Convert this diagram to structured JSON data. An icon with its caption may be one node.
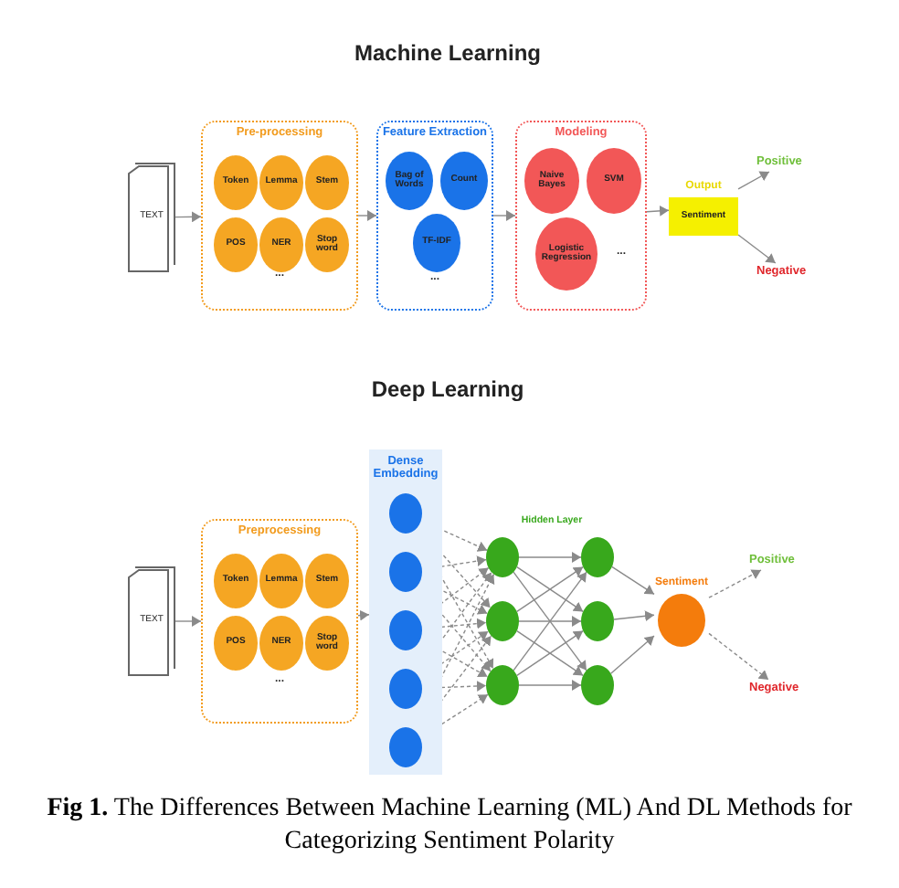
{
  "diagram": {
    "caption": "**Fig 1.** The Differences Between Machine Learning (ML) And DL Methods for Categorizing Sentiment Polarity",
    "nodes": [
      {
        "text": [
          "TEXT"
        ]
      },
      {
        "text": [
          "Pre-processing"
        ]
      },
      {
        "text": [
          "Token"
        ],
        "in": 1
      },
      {
        "text": [
          "Lemma"
        ],
        "in": 1
      },
      {
        "text": [
          "Stem"
        ],
        "in": 1
      },
      {
        "text": [
          "POS"
        ],
        "in": 1
      },
      {
        "text": [
          "NER"
        ],
        "in": 1
      },
      {
        "text": [
          "Stop word"
        ],
        "in": 1
      },
      {
        "text": [
          "Feature Extraction"
        ]
      },
      {
        "text": [
          "Bag of Words"
        ],
        "in": 8
      },
      {
        "text": [
          "Count"
        ],
        "in": 8
      },
      {
        "text": [
          "TF-IDF"
        ],
        "in": 8
      },
      {
        "text": [
          "Modeling"
        ]
      },
      {
        "text": [
          "Naive Bayes"
        ],
        "in": 12
      },
      {
        "text": [
          "SVM"
        ],
        "in": 12
      },
      {
        "text": [
          "Logistic Regression"
        ],
        "in": 12
      },
      {
        "text": [
          "Output",
          "Sentiment"
        ]
      },
      {
        "text": [
          "Positive"
        ]
      },
      {
        "text": [
          "Negative"
        ]
      },
      {
        "text": [
          "TEXT"
        ]
      },
      {
        "text": [
          "Preprocessing"
        ]
      },
      {
        "text": [
          "Token"
        ],
        "in": 20
      },
      {
        "text": [
          "Lemma"
        ],
        "in": 20
      },
      {
        "text": [
          "Stem"
        ],
        "in": 20
      },
      {
        "text": [
          "POS"
        ],
        "in": 20
      },
      {
        "text": [
          "NER"
        ],
        "in": 20
      },
      {
        "text": [
          "Stop word"
        ],
        "in": 20
      },
      {
        "text": [
          "Dense Embedding"
        ]
      },
      {
        "text": [],
        "shape": "circle",
        "in": 27
      },
      {
        "text": [],
        "shape": "circle",
        "in": 27
      },
      {
        "text": [],
        "shape": "circle",
        "in": 27
      },
      {
        "text": [],
        "shape": "circle",
        "in": 27
      },
      {
        "text": [],
        "shape": "circle",
        "in": 27
      },
      {
        "text": [],
        "shape": "circle"
      },
      {
        "text": [],
        "shape": "circle"
      },
      {
        "text": [],
        "shape": "circle"
      },
      {
        "text": [],
        "shape": "circle"
      },
      {
        "text": [],
        "shape": "circle"
      },
      {
        "text": [],
        "shape": "circle"
      },
      {
        "text": [
          "Sentiment"
        ]
      },
      {
        "text": [
          "Positive"
        ]
      },
      {
        "text": [
          "Negative"
        ]
      }
    ],
    "edges": [
      {
        "from": 0,
        "to": 1,
        "arrow": "to"
      },
      {
        "from": 1,
        "to": 8,
        "arrow": "to"
      },
      {
        "from": 8,
        "to": 12,
        "arrow": "to"
      },
      {
        "from": 12,
        "to": 16,
        "arrow": "to"
      },
      {
        "from": 16,
        "to": 17,
        "arrow": "to"
      },
      {
        "from": 16,
        "to": 18,
        "arrow": "to"
      },
      {
        "from": 19,
        "to": 20,
        "arrow": "to"
      },
      {
        "from": 20,
        "to": 27,
        "arrow": "to"
      },
      {
        "from": 28,
        "to": 33,
        "arrow": "to",
        "style": "dashed"
      },
      {
        "from": 28,
        "to": 34,
        "arrow": "to",
        "style": "dashed"
      },
      {
        "from": 28,
        "to": 35,
        "arrow": "to",
        "style": "dashed"
      },
      {
        "from": 29,
        "to": 33,
        "arrow": "to",
        "style": "dashed"
      },
      {
        "from": 29,
        "to": 34,
        "arrow": "to",
        "style": "dashed"
      },
      {
        "from": 29,
        "to": 35,
        "arrow": "to",
        "style": "dashed"
      },
      {
        "from": 30,
        "to": 33,
        "arrow": "to",
        "style": "dashed"
      },
      {
        "from": 30,
        "to": 34,
        "arrow": "to",
        "style": "dashed"
      },
      {
        "from": 30,
        "to": 35,
        "arrow": "to",
        "style": "dashed"
      },
      {
        "from": 31,
        "to": 33,
        "arrow": "to",
        "style": "dashed"
      },
      {
        "from": 31,
        "to": 34,
        "arrow": "to",
        "style": "dashed"
      },
      {
        "from": 31,
        "to": 35,
        "arrow": "to",
        "style": "dashed"
      },
      {
        "from": 32,
        "to": 33,
        "arrow": "to",
        "style": "dashed"
      },
      {
        "from": 32,
        "to": 34,
        "arrow": "to",
        "style": "dashed"
      },
      {
        "from": 32,
        "to": 35,
        "arrow": "to",
        "style": "dashed"
      },
      {
        "from": 33,
        "to": 36,
        "arrow": "to"
      },
      {
        "from": 33,
        "to": 37,
        "arrow": "to"
      },
      {
        "from": 33,
        "to": 38,
        "arrow": "to"
      },
      {
        "from": 34,
        "to": 36,
        "arrow": "to"
      },
      {
        "from": 34,
        "to": 37,
        "arrow": "to"
      },
      {
        "from": 34,
        "to": 38,
        "arrow": "to"
      },
      {
        "from": 35,
        "to": 36,
        "arrow": "to"
      },
      {
        "from": 35,
        "to": 37,
        "arrow": "to"
      },
      {
        "from": 35,
        "to": 38,
        "arrow": "to"
      },
      {
        "from": 36,
        "to": 39,
        "arrow": "to"
      },
      {
        "from": 37,
        "to": 39,
        "arrow": "to"
      },
      {
        "from": 38,
        "to": 39,
        "arrow": "to"
      },
      {
        "from": 39,
        "to": 40,
        "arrow": "to",
        "style": "dashed"
      },
      {
        "from": 39,
        "to": 41,
        "arrow": "to",
        "style": "dashed"
      }
    ],
    "labels": [
      "Machine Learning",
      "...",
      "...",
      "...",
      "Deep Learning",
      "Hidden Layer",
      "..."
    ]
  }
}
